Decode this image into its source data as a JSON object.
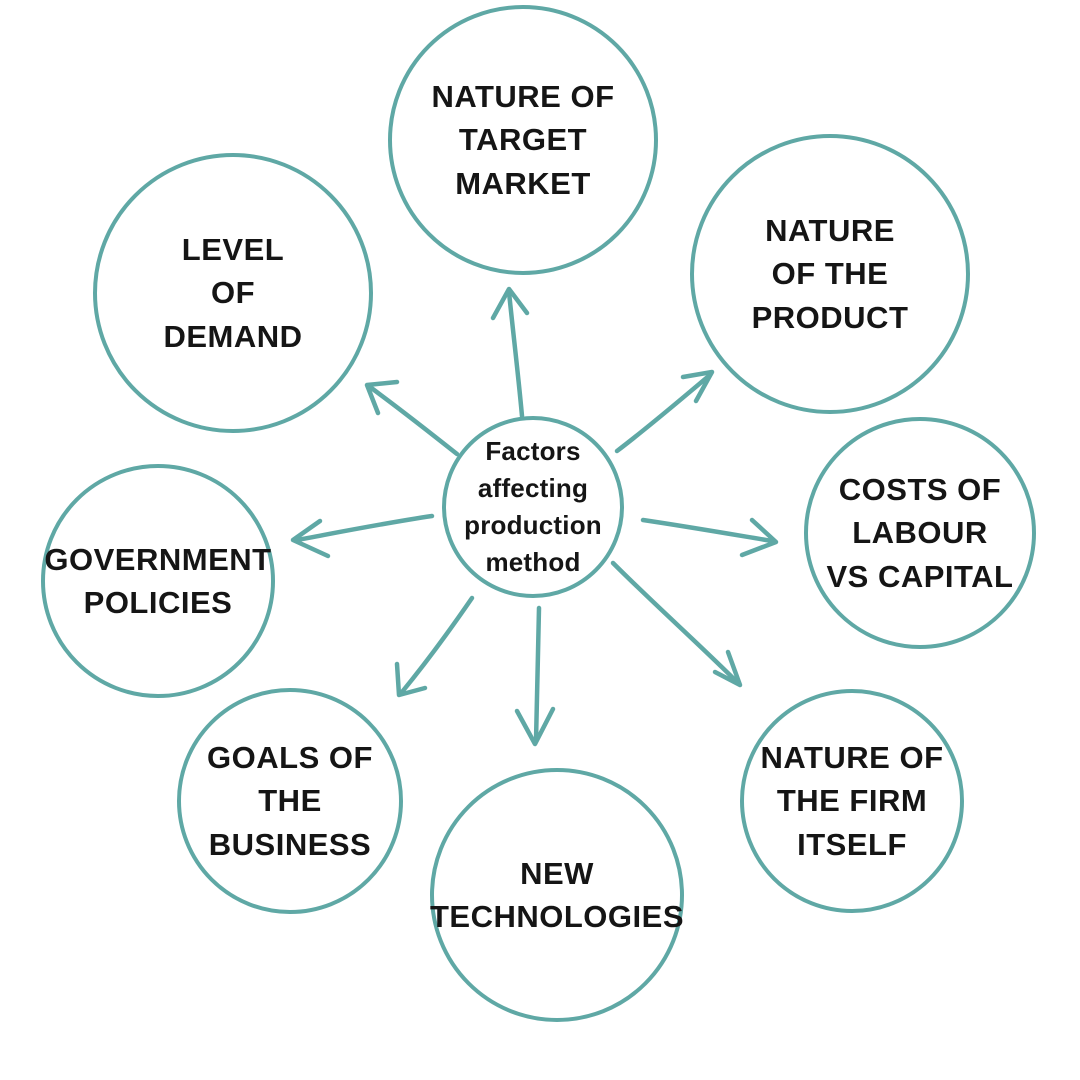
{
  "diagram": {
    "title": "Factors affecting production method spider diagram",
    "center": {
      "label": "Factors\naffecting\nproduction\nmethod"
    },
    "nodes": [
      {
        "id": "nature-of-target-market",
        "label": "NATURE OF\nTARGET\nMARKET"
      },
      {
        "id": "nature-of-the-product",
        "label": "NATURE\nOF THE\nPRODUCT"
      },
      {
        "id": "costs-of-labour-vs-capital",
        "label": "COSTS OF\nLABOUR\nVS CAPITAL"
      },
      {
        "id": "nature-of-the-firm-itself",
        "label": "NATURE OF\nTHE FIRM\nITSELF"
      },
      {
        "id": "new-technologies",
        "label": "NEW\nTECHNOLOGIES"
      },
      {
        "id": "goals-of-the-business",
        "label": "GOALS OF\nTHE\nBUSINESS"
      },
      {
        "id": "government-policies",
        "label": "GOVERNMENT\nPOLICIES"
      },
      {
        "id": "level-of-demand",
        "label": "LEVEL\nOF\nDEMAND"
      }
    ],
    "colors": {
      "stroke_teal": "#5FA8A5",
      "text_black": "#151515",
      "background": "#FFFFFF"
    }
  }
}
